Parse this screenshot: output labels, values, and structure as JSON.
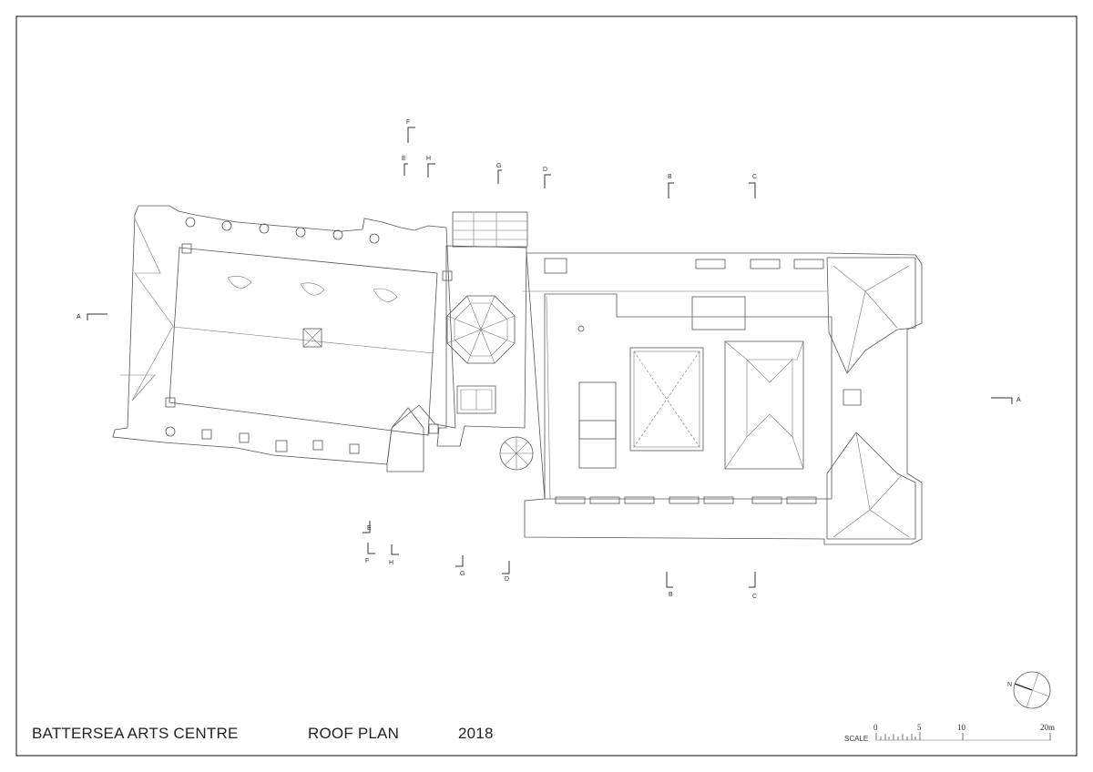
{
  "title_block": {
    "project": "BATTERSEA ARTS CENTRE",
    "drawing": "ROOF PLAN",
    "year": "2018"
  },
  "scale_bar": {
    "label": "SCALE",
    "ticks": [
      "0",
      "5",
      "10",
      "20m"
    ]
  },
  "north_arrow": {
    "label": "N"
  },
  "section_markers": {
    "top": [
      "F",
      "E",
      "H",
      "G",
      "D",
      "B",
      "C"
    ],
    "bottom": [
      "E",
      "F",
      "H",
      "G",
      "D",
      "B",
      "C"
    ],
    "left": "A",
    "right": "A"
  }
}
